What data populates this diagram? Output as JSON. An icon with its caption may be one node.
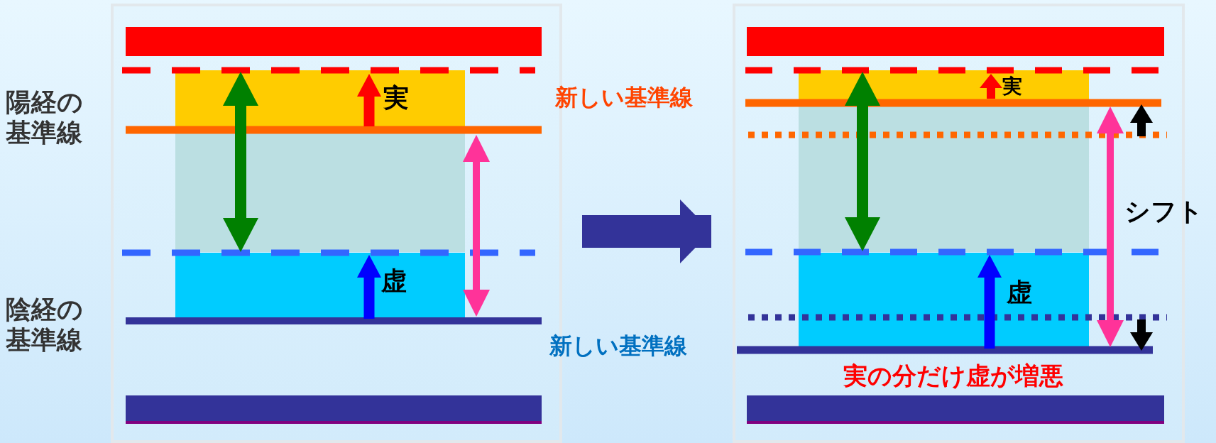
{
  "diagram": {
    "nodes": [
      {
        "text": [],
        "shape": "box"
      },
      {
        "text": [],
        "shape": "box"
      }
    ],
    "edges": [
      {
        "from": 0,
        "to": 1,
        "arrow": "to"
      }
    ],
    "labels": [
      "陽経の基準線",
      "実",
      "新しい基準線",
      "実",
      "シフト",
      "虚",
      "陰経の基準線",
      "虚",
      "新しい基準線",
      "実の分だけ虚が増悪"
    ]
  }
}
